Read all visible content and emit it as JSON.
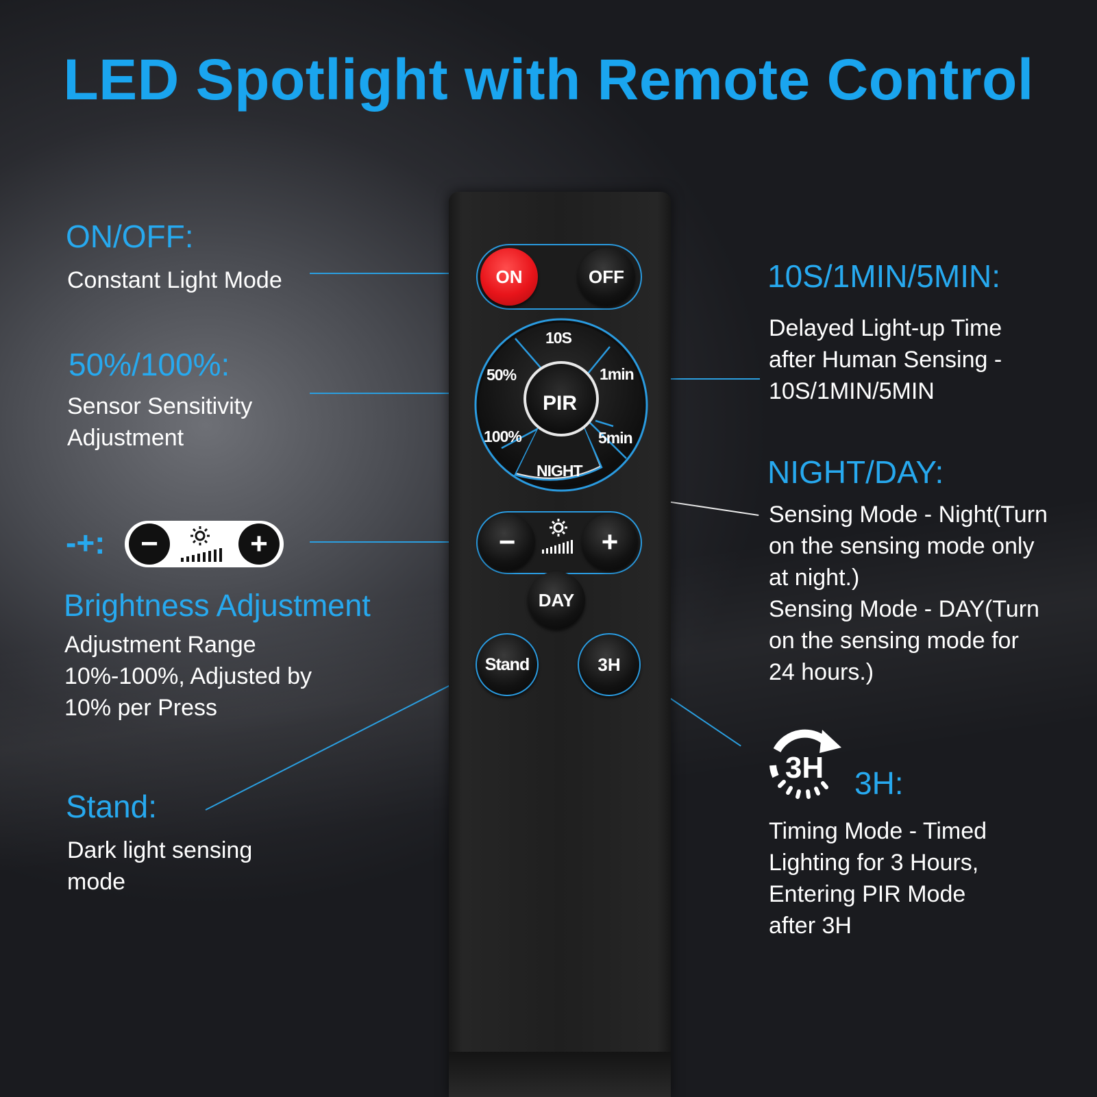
{
  "title": "LED Spotlight with Remote Control",
  "accent_color": "#1aa5ef",
  "sections": {
    "onoff": {
      "heading": "ON/OFF:",
      "desc": [
        "Constant Light Mode"
      ]
    },
    "sensitivity": {
      "heading": "50%/100%:",
      "desc": [
        "Sensor Sensitivity",
        "Adjustment"
      ]
    },
    "brightness": {
      "heading": "-+:",
      "subheading": "Brightness Adjustment",
      "desc": [
        "Adjustment Range",
        "10%-100%, Adjusted by",
        "10% per Press"
      ]
    },
    "stand": {
      "heading": "Stand:",
      "desc": [
        "Dark light sensing",
        "mode"
      ]
    },
    "delay": {
      "heading": "10S/1MIN/5MIN:",
      "desc": [
        "Delayed Light-up Time",
        "after Human Sensing -",
        "10S/1MIN/5MIN"
      ]
    },
    "nightday": {
      "heading": "NIGHT/DAY:",
      "desc": [
        "Sensing Mode - Night(Turn",
        "on the sensing mode only",
        "at night.)",
        "Sensing Mode - DAY(Turn",
        "on the sensing mode for",
        "24 hours.)"
      ]
    },
    "timer": {
      "heading": "3H:",
      "icon_label": "3H",
      "icon": "timer-3h-icon",
      "desc": [
        "Timing Mode - Timed",
        "Lighting for 3 Hours,",
        "Entering PIR Mode",
        "after 3H"
      ]
    }
  },
  "remote": {
    "on": "ON",
    "off": "OFF",
    "dial": {
      "center": "PIR",
      "top": "10S",
      "right_top": "1min",
      "right_bottom": "5min",
      "bottom": "NIGHT",
      "left_bottom": "100%",
      "left_top": "50%"
    },
    "minus": "−",
    "plus": "+",
    "brightness_icon": "sun-brightness-icon",
    "day": "DAY",
    "stand": "Stand",
    "three_h": "3H"
  }
}
